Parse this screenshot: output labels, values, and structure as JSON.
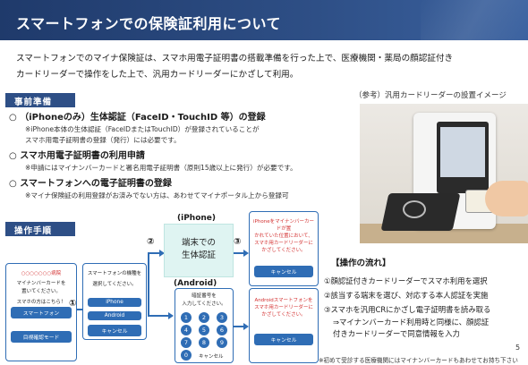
{
  "header": {
    "title": "スマートフォンでの保険証利用について"
  },
  "intro": {
    "line1": "スマートフォンでのマイナ保険証は、スマホ用電子証明書の搭載準備を行った上で、医療機関・薬局の顔認証付き",
    "line2": "カードリーダーで操作をした上で、汎用カードリーダーにかざして利用。"
  },
  "prep": {
    "tag": "事前準備",
    "items": [
      {
        "head": "○ （iPhoneのみ）生体認証（FaceID・TouchID 等）の登録",
        "subs": [
          "※iPhone本体の生体認証（FaceIDまたはTouchID）が登録されていることが",
          "スマホ用電子証明書の登録（発行）には必要です。"
        ]
      },
      {
        "head": "○ スマホ用電子証明書の利用申請",
        "subs": [
          "※申請にはマイナンバーカードと署名用電子証明書（原則15歳以上に発行）が必要です。"
        ]
      },
      {
        "head": "○ スマートフォンへの電子証明書の登録",
        "subs": [
          "※マイナ保険証の利用登録がお済みでない方は、あわせてマイナポータル上から登録可"
        ]
      }
    ]
  },
  "image_caption": "（参考）汎用カードリーダーの設置イメージ",
  "ops": {
    "tag": "操作手順",
    "iphone_label": "(iPhone)",
    "android_label": "(Android)",
    "bio_box": [
      "端末での",
      "生体認証"
    ],
    "steps": [
      "①",
      "②",
      "③"
    ],
    "phone1": {
      "top": "○○○○○○○病院",
      "lines": [
        "マイナンバーカードを",
        "置いてください。"
      ],
      "q": "スマホの方はこちら！",
      "btn1": "スマートフォン",
      "btn2": "目視確認モード"
    },
    "phone2": {
      "lines": [
        "スマートフォンの機種を",
        "選択してください。"
      ],
      "btn1": "iPhone",
      "btn2": "Android",
      "btn3": "キャンセル"
    },
    "phone3": {
      "lines": [
        "iPhoneをマイナンバーカードが置",
        "かれていた位置において、",
        "スマホ用カードリーダーに",
        "かざしてください。"
      ],
      "cancel": "キャンセル"
    },
    "phone4": {
      "lines": [
        "Androidスマートフォンを",
        "スマホ用カードリーダーに",
        "かざしてください。"
      ],
      "cancel": "キャンセル"
    },
    "phone5": {
      "lines": [
        "暗証番号を",
        "入力してください。"
      ],
      "digits": [
        "1",
        "2",
        "3",
        "4",
        "5",
        "6",
        "7",
        "8",
        "9",
        "0"
      ],
      "cancel": "キャンセル"
    }
  },
  "flow": {
    "title": "【操作の流れ】",
    "items": [
      "①顔認証付きカードリーダーでスマホ利用を選択",
      "②該当する端末を選び、対応する本人認証を実施",
      "③スマホを汎用CRにかざし電子証明書を読み取る"
    ],
    "note1": "⇒マイナンバーカード利用時と同様に、顔認証",
    "note2": "付きカードリーダーで同意情報を入力"
  },
  "footnote": "※初めて受診する医療機関にはマイナンバーカードもあわせてお持ち下さい",
  "page_number": "5",
  "colors": {
    "header": "#1f3a6b",
    "accent": "#2f6db5",
    "bio_box": "#dff4f2"
  }
}
